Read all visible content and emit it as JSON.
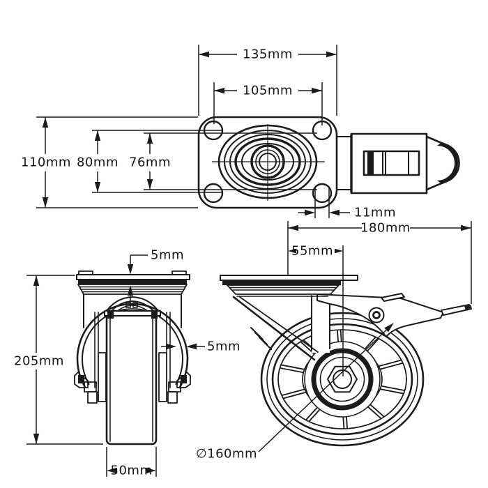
{
  "colors": {
    "background": "#ffffff",
    "ink": "#1b1b1b"
  },
  "views": {
    "top": {
      "dims": {
        "plate_width": "135mm",
        "hole_spacing_width": "105mm",
        "plate_height": "110mm",
        "hole_spacing_height": "80mm",
        "inner_spacing": "76mm",
        "hole_diameter": "11mm"
      }
    },
    "front": {
      "dims": {
        "plate_thickness": "5mm",
        "bracket_thickness": "5mm",
        "overall_height": "205mm",
        "wheel_width": "50mm"
      }
    },
    "side": {
      "dims": {
        "overall_length": "180mm",
        "swivel_offset": "55mm",
        "wheel_diameter": "∅160mm"
      }
    }
  }
}
